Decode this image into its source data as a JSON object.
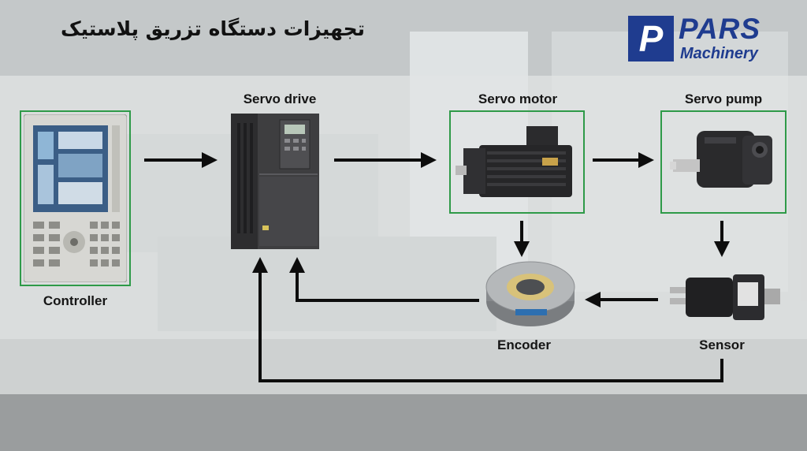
{
  "header": {
    "title": "تجهیزات دستگاه تزریق پلاستیک"
  },
  "logo": {
    "letter": "P",
    "name": "PARS",
    "subtitle": "Machinery"
  },
  "components": {
    "controller": {
      "label": "Controller"
    },
    "servo_drive": {
      "label": "Servo drive"
    },
    "servo_motor": {
      "label": "Servo motor"
    },
    "servo_pump": {
      "label": "Servo pump"
    },
    "encoder": {
      "label": "Encoder"
    },
    "sensor": {
      "label": "Sensor"
    }
  },
  "colors": {
    "frame": "#2e9a48",
    "brand": "#1f3c8f",
    "arrow": "#0d0d0d"
  }
}
